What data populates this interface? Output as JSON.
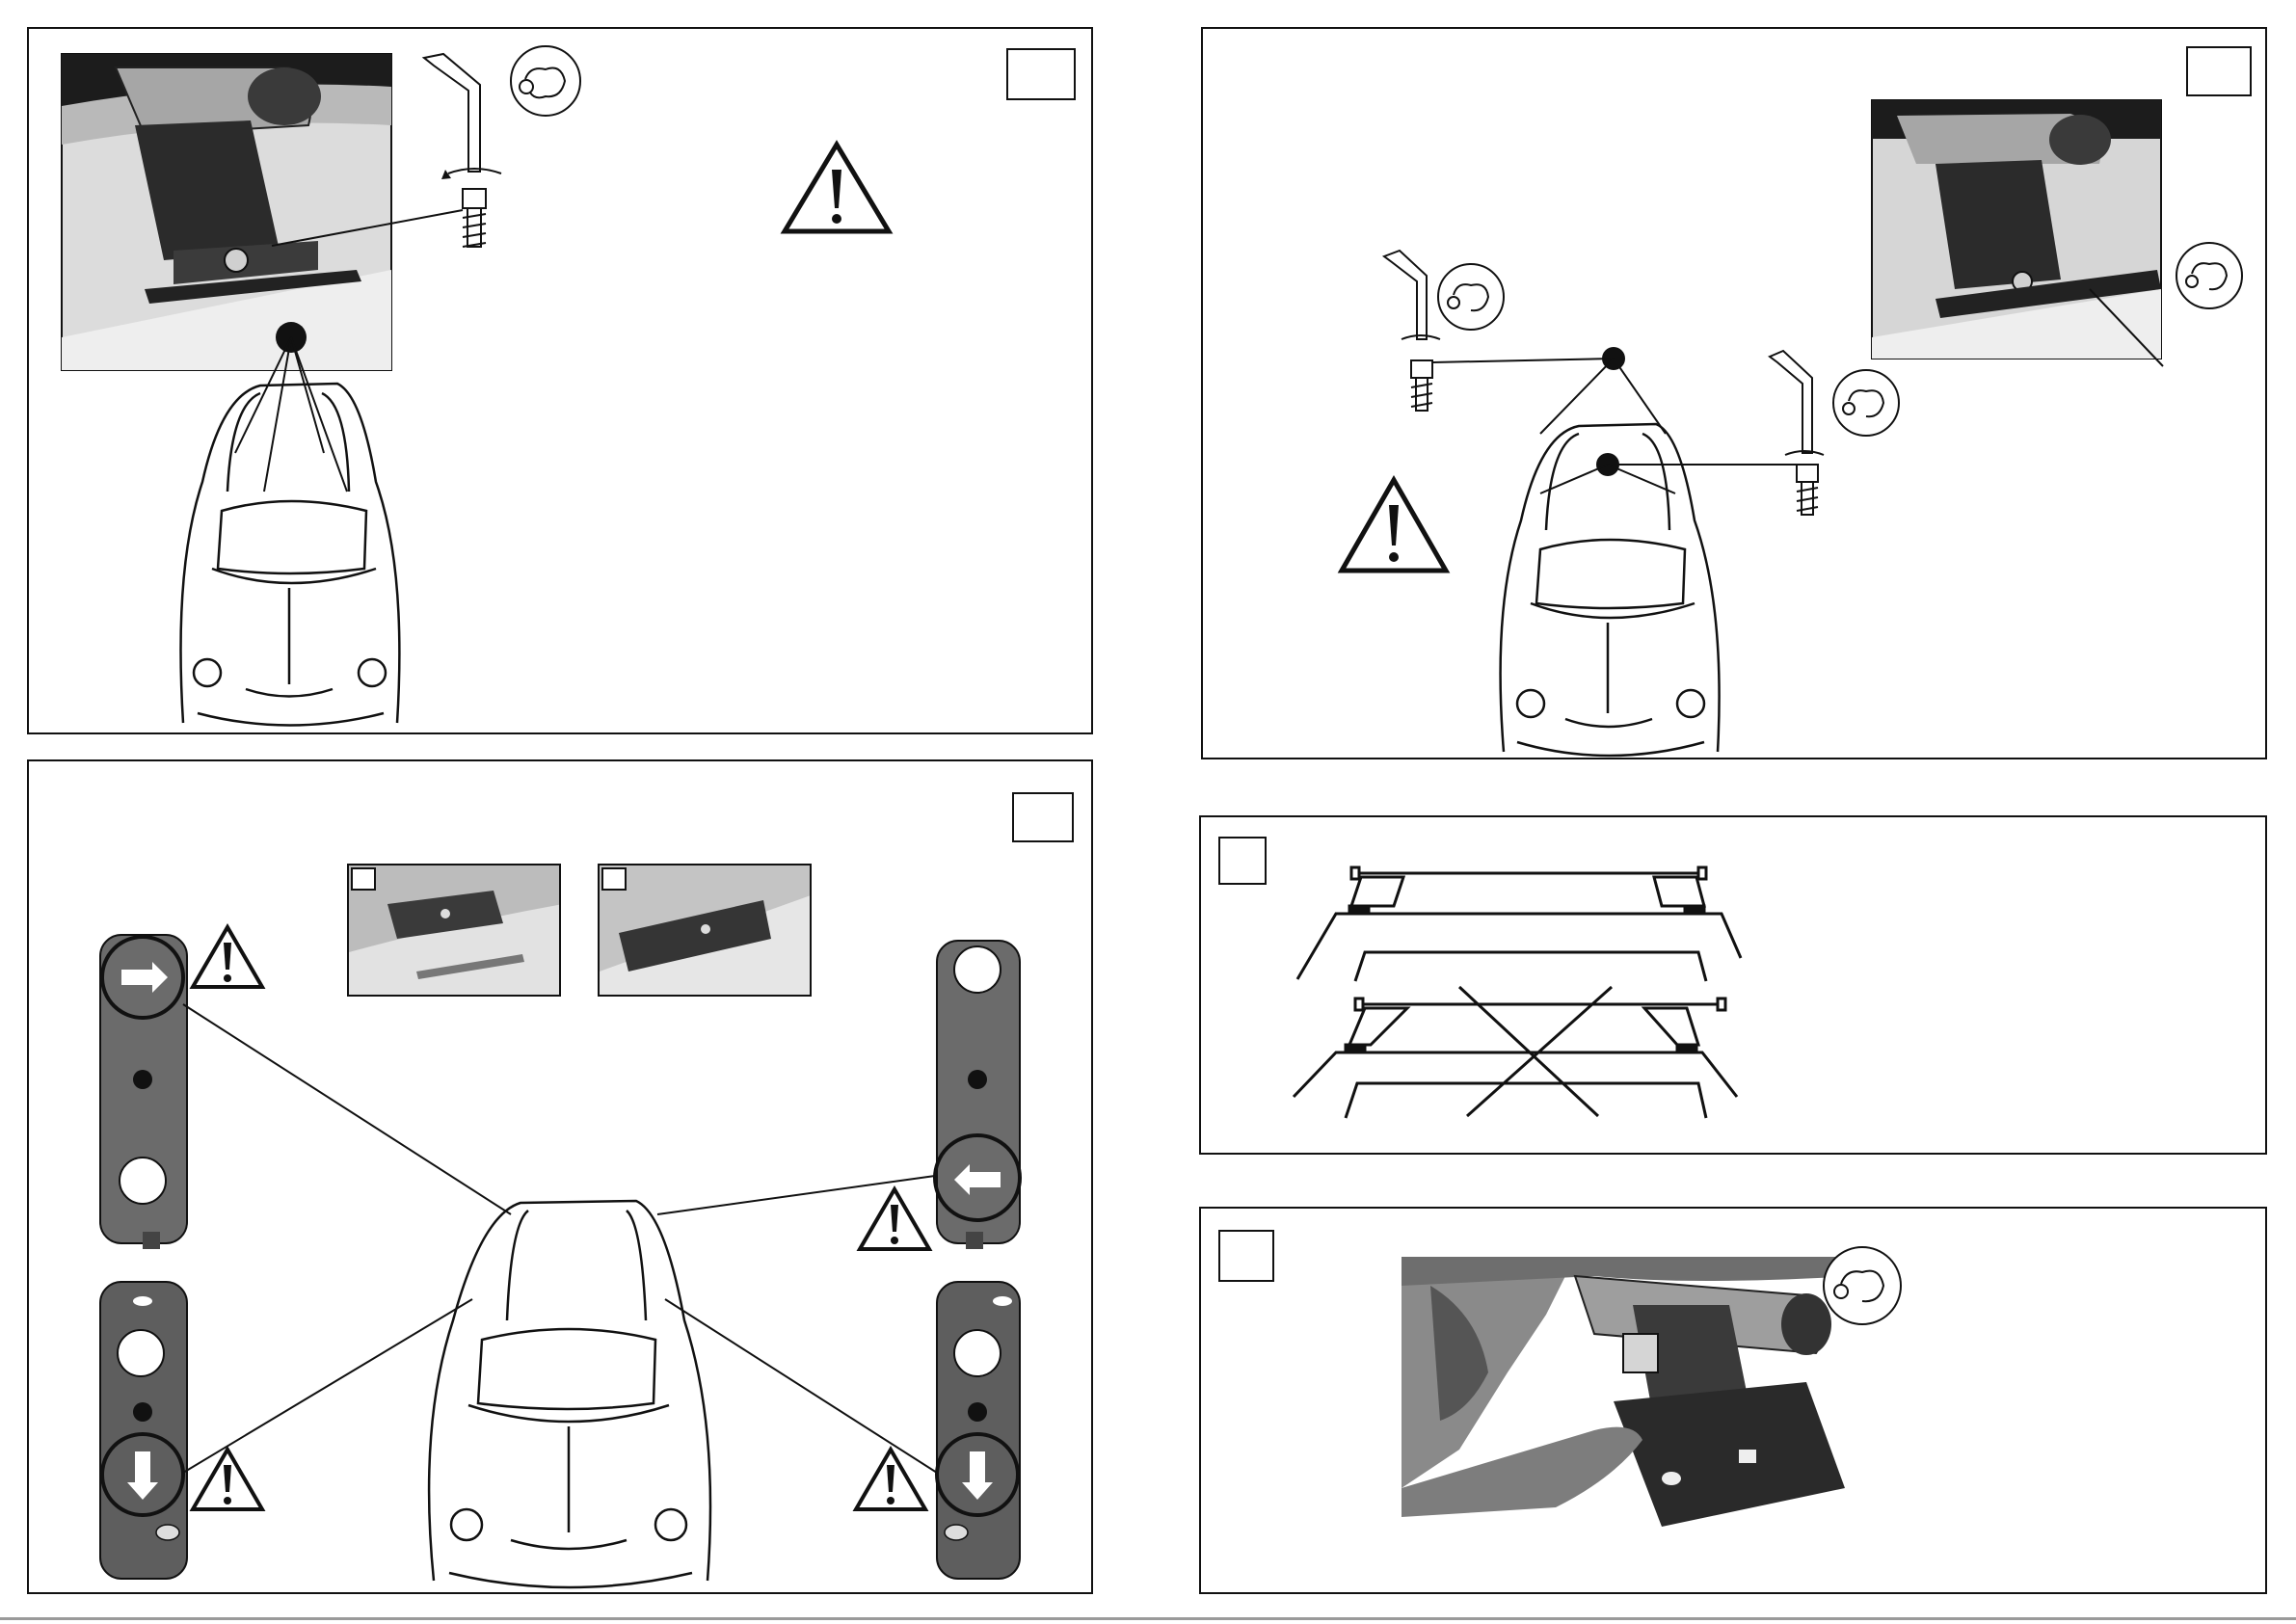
{
  "page": {
    "panels": [
      {
        "id": "panel-1",
        "step_label": ""
      },
      {
        "id": "panel-2",
        "step_label": ""
      },
      {
        "id": "panel-3",
        "step_label": ""
      },
      {
        "id": "panel-4",
        "step_label": ""
      },
      {
        "id": "panel-5",
        "step_label": ""
      }
    ],
    "inset_labels": [
      "",
      ""
    ]
  },
  "icons": {
    "warning": "warning-triangle-icon",
    "hex_key": "hex-key-icon",
    "hand_tighten": "hand-tighten-icon",
    "bolt": "bolt-icon",
    "incorrect": "cross-out-icon",
    "arrow_right": "arrow-right-icon",
    "arrow_left": "arrow-left-icon",
    "arrow_down": "arrow-down-icon"
  },
  "colors": {
    "line": "#111111",
    "photo_dark": "#2a2a2a",
    "photo_light": "#cfcfcf",
    "pad_gray": "#6b6b6b"
  }
}
